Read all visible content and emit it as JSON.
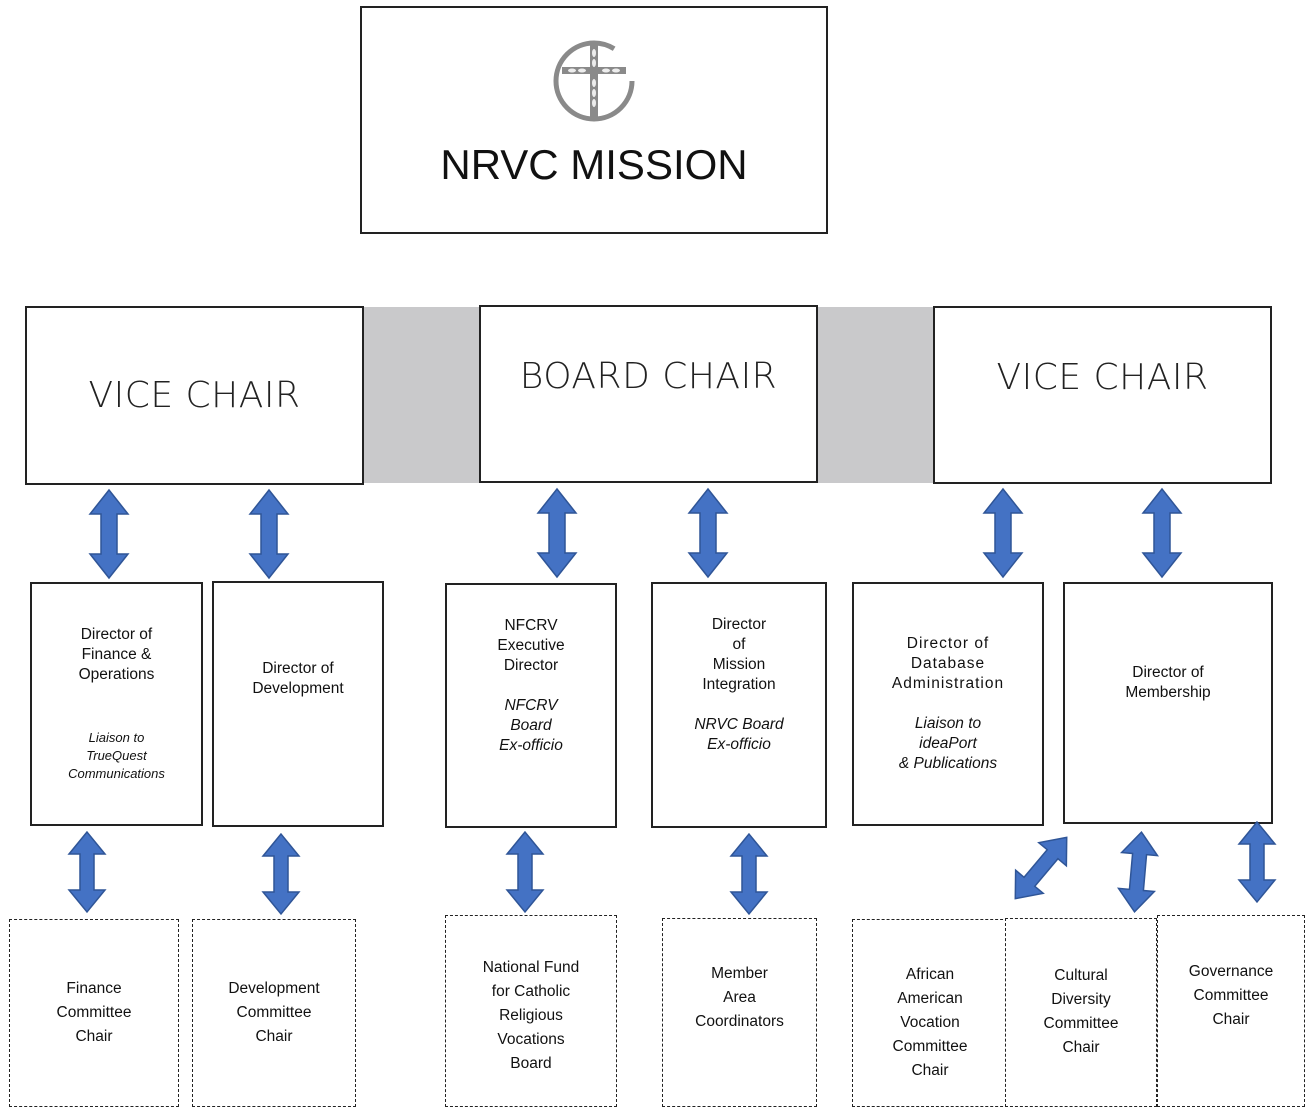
{
  "mission": {
    "title": "NRVC MISSION",
    "logo": "cross-wheat-logo"
  },
  "leadership": {
    "left": "VICE CHAIR",
    "center": "BOARD CHAIR",
    "right": "VICE CHAIR"
  },
  "directors": [
    {
      "title": "Director of\nFinance &\nOperations",
      "note": "Liaison to\nTrueQuest\nCommunications"
    },
    {
      "title": "Director of\nDevelopment",
      "note": ""
    },
    {
      "title": "NFCRV\nExecutive\nDirector",
      "note": "NFCRV\nBoard\nEx-officio"
    },
    {
      "title": "Director\nof\nMission\nIntegration",
      "note": "NRVC Board\nEx-officio"
    },
    {
      "title": "Director of\nDatabase\nAdministration",
      "note": "Liaison to\nideaPort\n& Publications"
    },
    {
      "title": "Director of\nMembership",
      "note": ""
    }
  ],
  "committees": [
    "Finance\nCommittee\nChair",
    "Development\nCommittee\nChair",
    "National Fund\nfor Catholic\nReligious\nVocations\nBoard",
    "Member\nArea\nCoordinators",
    "African\nAmerican\nVocation\nCommittee\nChair",
    "Cultural\nDiversity\nCommittee\nChair",
    "Governance\nCommittee\nChair"
  ],
  "colors": {
    "arrow_fill": "#4472c4",
    "band": "#c9c9cb"
  }
}
